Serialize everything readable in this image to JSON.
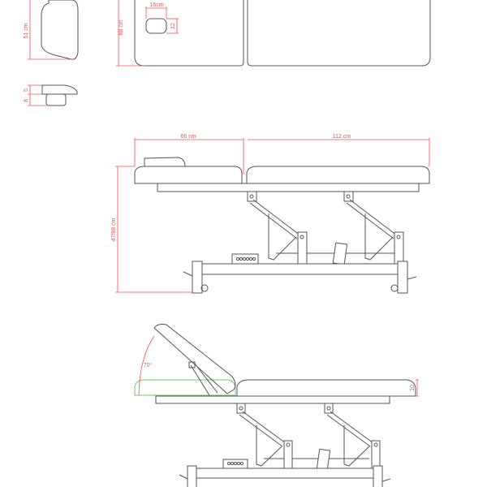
{
  "colors": {
    "outline": "#555555",
    "dimension": "#f05050",
    "reference_position": "#66cc66"
  },
  "top_view": {
    "headrest_length": "51 cm",
    "table_width": "68 cm",
    "face_hole_width": "16cm",
    "face_hole_height": "12"
  },
  "headrest_side": {
    "pad_thickness": "5",
    "insert_height": "8"
  },
  "side_view": {
    "head_section_length": "66 cm",
    "body_section_length": "112 cm",
    "height_range": "47/88 cm"
  },
  "tilted_view": {
    "backrest_angle": "70°",
    "pad_thickness": "10"
  }
}
